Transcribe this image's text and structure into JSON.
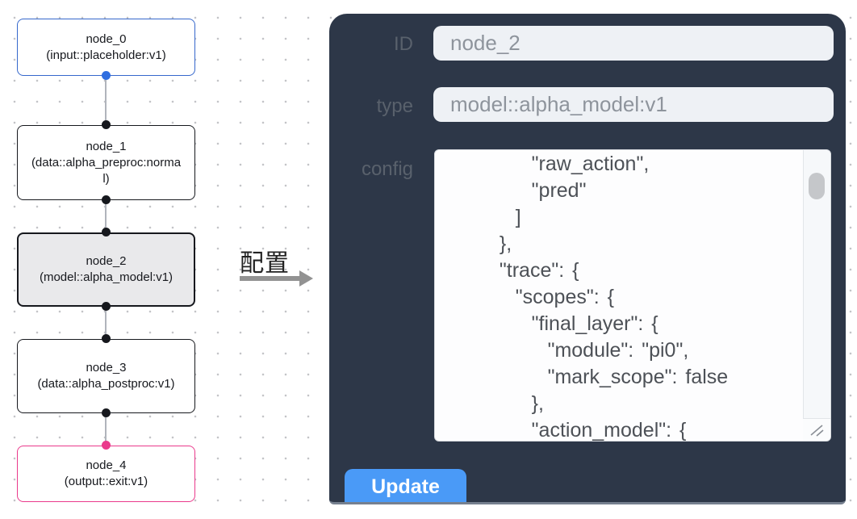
{
  "canvas": {
    "nodes": [
      {
        "title": "node_0",
        "subtitle": "(input::placeholder:v1)",
        "border_color": "#3668cc",
        "selected": false
      },
      {
        "title": "node_1",
        "subtitle": "(data::alpha_preproc:normal)",
        "border_color": "#16181d",
        "selected": false
      },
      {
        "title": "node_2",
        "subtitle": "(model::alpha_model:v1)",
        "border_color": "#16181d",
        "selected": true
      },
      {
        "title": "node_3",
        "subtitle": "(data::alpha_postproc:v1)",
        "border_color": "#16181d",
        "selected": false
      },
      {
        "title": "node_4",
        "subtitle": "(output::exit:v1)",
        "border_color": "#ea3a8c",
        "selected": false
      }
    ]
  },
  "arrow": {
    "label": "配置"
  },
  "panel": {
    "fields": {
      "id": {
        "label": "ID",
        "value": "node_2"
      },
      "type": {
        "label": "type",
        "value": "model::alpha_model:v1"
      },
      "config": {
        "label": "config",
        "lines": [
          "      \"raw_action\",",
          "      \"pred\"",
          "    ]",
          "  },",
          "  \"trace\": {",
          "    \"scopes\": {",
          "      \"final_layer\": {",
          "        \"module\": \"pi0\",",
          "        \"mark_scope\": false",
          "      },",
          "      \"action_model\": {"
        ]
      }
    },
    "update_button": "Update"
  },
  "colors": {
    "panel_background": "#2d3748",
    "input_node_accent": "#3668cc",
    "output_node_accent": "#ea3a8c",
    "selected_node_background": "#e9e9eb",
    "update_button_background": "#4a9af7",
    "field_background": "#eef1f5"
  },
  "icons": {
    "resize_handle": "diagonal-grip-lines",
    "scrollbar_thumb": "pill"
  }
}
